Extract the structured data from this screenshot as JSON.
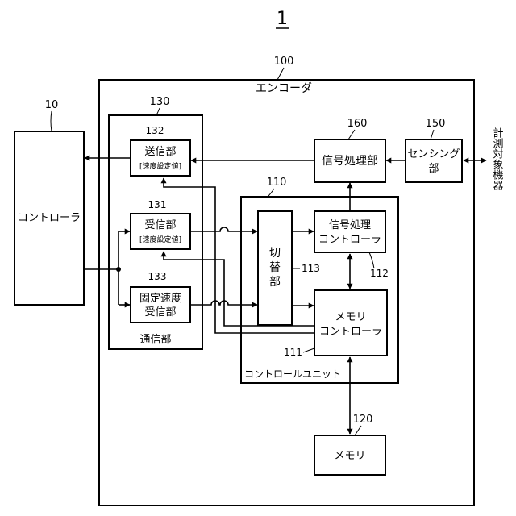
{
  "figure": {
    "number": "1",
    "encoder": {
      "ref": "100",
      "label": "エンコーダ"
    },
    "controller": {
      "ref": "10",
      "label": "コントローラ"
    },
    "comm": {
      "ref": "130",
      "label": "通信部",
      "transmitter": {
        "ref": "132",
        "line1": "送信部",
        "line2": "[速度設定値]"
      },
      "receiver": {
        "ref": "131",
        "line1": "受信部",
        "line2": "[速度設定値]"
      },
      "fixed_receiver": {
        "ref": "133",
        "line1": "固定速度",
        "line2": "受信部"
      }
    },
    "signal_processor": {
      "ref": "160",
      "label": "信号処理部"
    },
    "sensing": {
      "ref": "150",
      "line1": "センシング",
      "line2": "部"
    },
    "target_device": {
      "label": "計測対象機器"
    },
    "control_unit": {
      "ref": "110",
      "label": "コントロールユニット",
      "switch": {
        "ref": "113",
        "chars": [
          "切",
          "替",
          "部"
        ]
      },
      "sp_controller": {
        "ref": "112",
        "line1": "信号処理",
        "line2": "コントローラ"
      },
      "mem_controller": {
        "ref": "111",
        "line1": "メモリ",
        "line2": "コントローラ"
      }
    },
    "memory": {
      "ref": "120",
      "label": "メモリ"
    }
  }
}
